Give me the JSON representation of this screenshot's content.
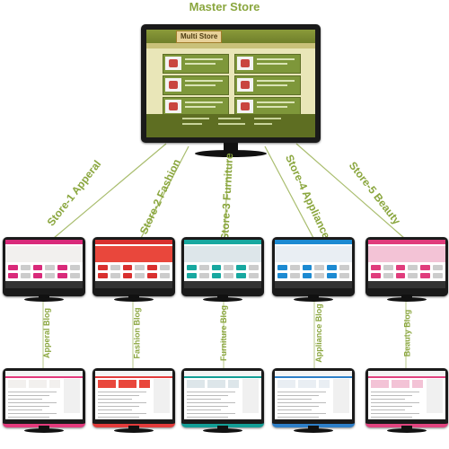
{
  "title": "Master Store",
  "master": {
    "logo": "Multi Store"
  },
  "stores": [
    {
      "label": "Store-1 Apperal",
      "accent": "#d92a7a",
      "banner": "#f2f0ee",
      "blog_label": "Apperal Blog",
      "blog_accent": "#e33a7c"
    },
    {
      "label": "Store-2 Fashion",
      "accent": "#d9302f",
      "banner": "#e9473c",
      "blog_label": "Fashion Blog",
      "blog_accent": "#e23b3b"
    },
    {
      "label": "Store-3 Furniture",
      "accent": "#17a8a0",
      "banner": "#dde6ea",
      "blog_label": "Furniture Blog",
      "blog_accent": "#139e96"
    },
    {
      "label": "Store-4 Appliance",
      "accent": "#1c8ad2",
      "banner": "#e9eef3",
      "blog_label": "Appliance Blog",
      "blog_accent": "#2d7fc8"
    },
    {
      "label": "Store-5 Beauty",
      "accent": "#e03c7c",
      "banner": "#f3c3d6",
      "blog_label": "Beauty Blog",
      "blog_accent": "#e0447f"
    }
  ]
}
